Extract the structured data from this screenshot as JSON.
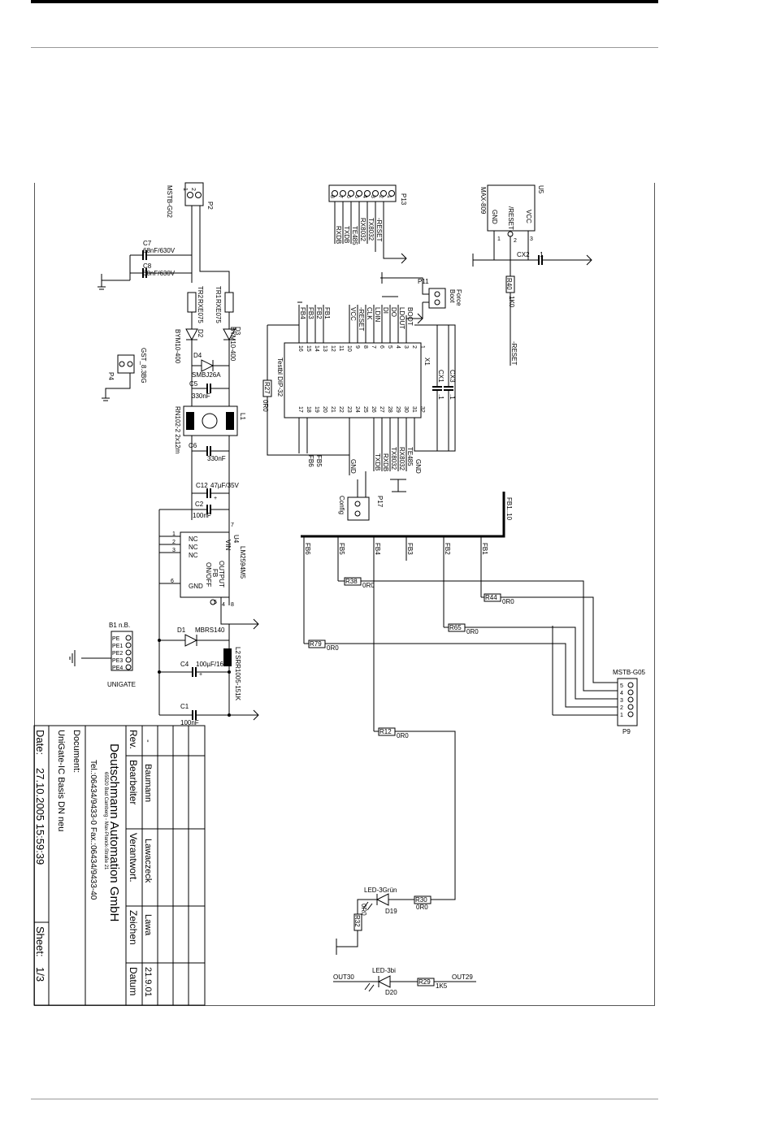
{
  "p2": {
    "ref": "P2",
    "part": "MSTB-G02",
    "pins": [
      "1",
      "2"
    ]
  },
  "p13": {
    "ref": "P13",
    "pins": [
      "8",
      "7",
      "6",
      "5",
      "4",
      "3",
      "2",
      "1"
    ],
    "nets": [
      "RXDB",
      "TXDB",
      "TE485",
      "RX8032",
      "TX8032",
      "-RESET"
    ]
  },
  "u5": {
    "ref": "U5",
    "part": "MAX-809",
    "pins": [
      "VCC",
      "/RESET",
      "GND"
    ],
    "pin_nums": [
      "1",
      "2",
      "3"
    ]
  },
  "caps_top": {
    "c7": "C7",
    "c7v": "68nF/630V",
    "c8": "C8",
    "c8v": "68nF/630V",
    "cx2": "CX2",
    "cx2v": ".1"
  },
  "r40": {
    "ref": "R40",
    "val": "1K0"
  },
  "nets_misc": {
    "reset": "-RESET",
    "boot": "BOOT",
    "vcc": "VCC",
    "gnd": "GND"
  },
  "p11": {
    "ref": "P11",
    "label1": "Force",
    "label2": "Boot",
    "pins": [
      "1",
      "2"
    ]
  },
  "diodes_top": {
    "tr2": "TR2",
    "tr2p": "RXE075",
    "tr1": "TR1",
    "tr1p": "RXE075",
    "d2": "D2",
    "d2p": "BYM10-400",
    "d3": "D3",
    "d3p": "BYM10-400"
  },
  "p4": {
    "ref": "P4",
    "part": "GST_8.3BG",
    "pins": [
      "1",
      "2"
    ]
  },
  "d4": {
    "ref": "D4",
    "part": "SMBJ26A"
  },
  "c5": {
    "ref": "C5",
    "val": "330nF"
  },
  "l1": {
    "ref": "L1",
    "part": "RN102-2 2x12m"
  },
  "c6": {
    "ref": "C6",
    "val": "330nF"
  },
  "c12": {
    "ref": "C12",
    "val": "47µF/35V"
  },
  "c2": {
    "ref": "C2",
    "val": "100nF"
  },
  "x1": {
    "ref": "X1",
    "part": "Testbl DIP-32",
    "left_nets": [
      "FB4",
      "FB3",
      "FB2",
      "FB1",
      "VCC",
      "-RESET",
      "CLK",
      "LDIN",
      "DI",
      "DO",
      "LDOUT",
      "BOOT"
    ],
    "right_nets": [
      "FB6",
      "FB5",
      "GND",
      "TXDB",
      "RXDB",
      "TX8032",
      "RX8032",
      "TE485",
      "GND"
    ],
    "left_pins": [
      "16",
      "15",
      "14",
      "13",
      "12",
      "11",
      "10",
      "9",
      "8",
      "7",
      "6",
      "5",
      "4",
      "3",
      "2",
      "1"
    ],
    "right_pins": [
      "17",
      "18",
      "19",
      "20",
      "21",
      "22",
      "23",
      "24",
      "25",
      "26",
      "27",
      "28",
      "29",
      "30",
      "31",
      "32"
    ]
  },
  "cx1": {
    "ref": "CX1",
    "val": ".1"
  },
  "cx3": {
    "ref": "CX3",
    "val": ".1"
  },
  "r27": {
    "ref": "R27",
    "val": "0R0"
  },
  "p17": {
    "ref": "P17",
    "label": "Config",
    "pins": [
      "1",
      "2"
    ]
  },
  "u4": {
    "ref": "U4",
    "part": "LM2594M5",
    "pins_left": [
      "NC",
      "NC",
      "NC",
      "GND"
    ],
    "pins_right": [
      "VIN",
      "OUTPUT",
      "FB",
      "ON/OFF"
    ],
    "pin_nums": [
      "1",
      "2",
      "3",
      "6",
      "7",
      "8",
      "4",
      "5"
    ]
  },
  "fb_bus": {
    "label": "FB1..10",
    "nets": [
      "FB6",
      "FB5",
      "FB4",
      "FB3",
      "FB2",
      "FB1"
    ]
  },
  "resistors": [
    {
      "ref": "R38",
      "val": "0R0"
    },
    {
      "ref": "R44",
      "val": "0R0"
    },
    {
      "ref": "R65",
      "val": "0R0"
    },
    {
      "ref": "R79",
      "val": "0R0"
    },
    {
      "ref": "R12",
      "val": "0R0"
    },
    {
      "ref": "R30",
      "val": "0R0"
    },
    {
      "ref": "R32",
      "val": "0R0"
    },
    {
      "ref": "R29",
      "val": "1K5"
    }
  ],
  "b1": {
    "ref": "B1 n.B.",
    "part": "UNIGATE",
    "pins": [
      "PE",
      "PE1",
      "PE2",
      "PE3",
      "PE4"
    ]
  },
  "d1": {
    "ref": "D1",
    "part": "MBRS140"
  },
  "l2": {
    "ref": "L2",
    "part": "SRR1005-151K"
  },
  "c4": {
    "ref": "C4",
    "val": "100µF/16V"
  },
  "c1": {
    "ref": "C1",
    "val": "100nF"
  },
  "p9": {
    "ref": "P9",
    "part": "MSTB-G05",
    "pins": [
      "5",
      "4",
      "3",
      "2",
      "1"
    ]
  },
  "d19": {
    "ref": "D19",
    "part": "LED-3Grün"
  },
  "d20": {
    "ref": "D20",
    "part": "LED-3bi"
  },
  "outs": {
    "out30": "OUT30",
    "out29": "OUT29"
  },
  "titleblock": {
    "headers": [
      "Rev.",
      "Bearbeiter",
      "Verantwort.",
      "Zeichen",
      "Datum"
    ],
    "row1": [
      "-",
      "Baumann",
      "Lawaczeck",
      "Lawa",
      "21.9.01"
    ],
    "company": "Deutschmann Automation GmbH",
    "address": "65520 Bad Camberg - Max-Planck-Straße 21",
    "phone": "Tel.:06434/9433-0  Fax.:06434/9433-40",
    "doc_label": "Document:",
    "doc_name": "UniGate-IC Basis DN neu",
    "date_label": "Date:",
    "date": "27.10.2005 15:59:39",
    "sheet_label": "Sheet:",
    "sheet": "1/3"
  }
}
